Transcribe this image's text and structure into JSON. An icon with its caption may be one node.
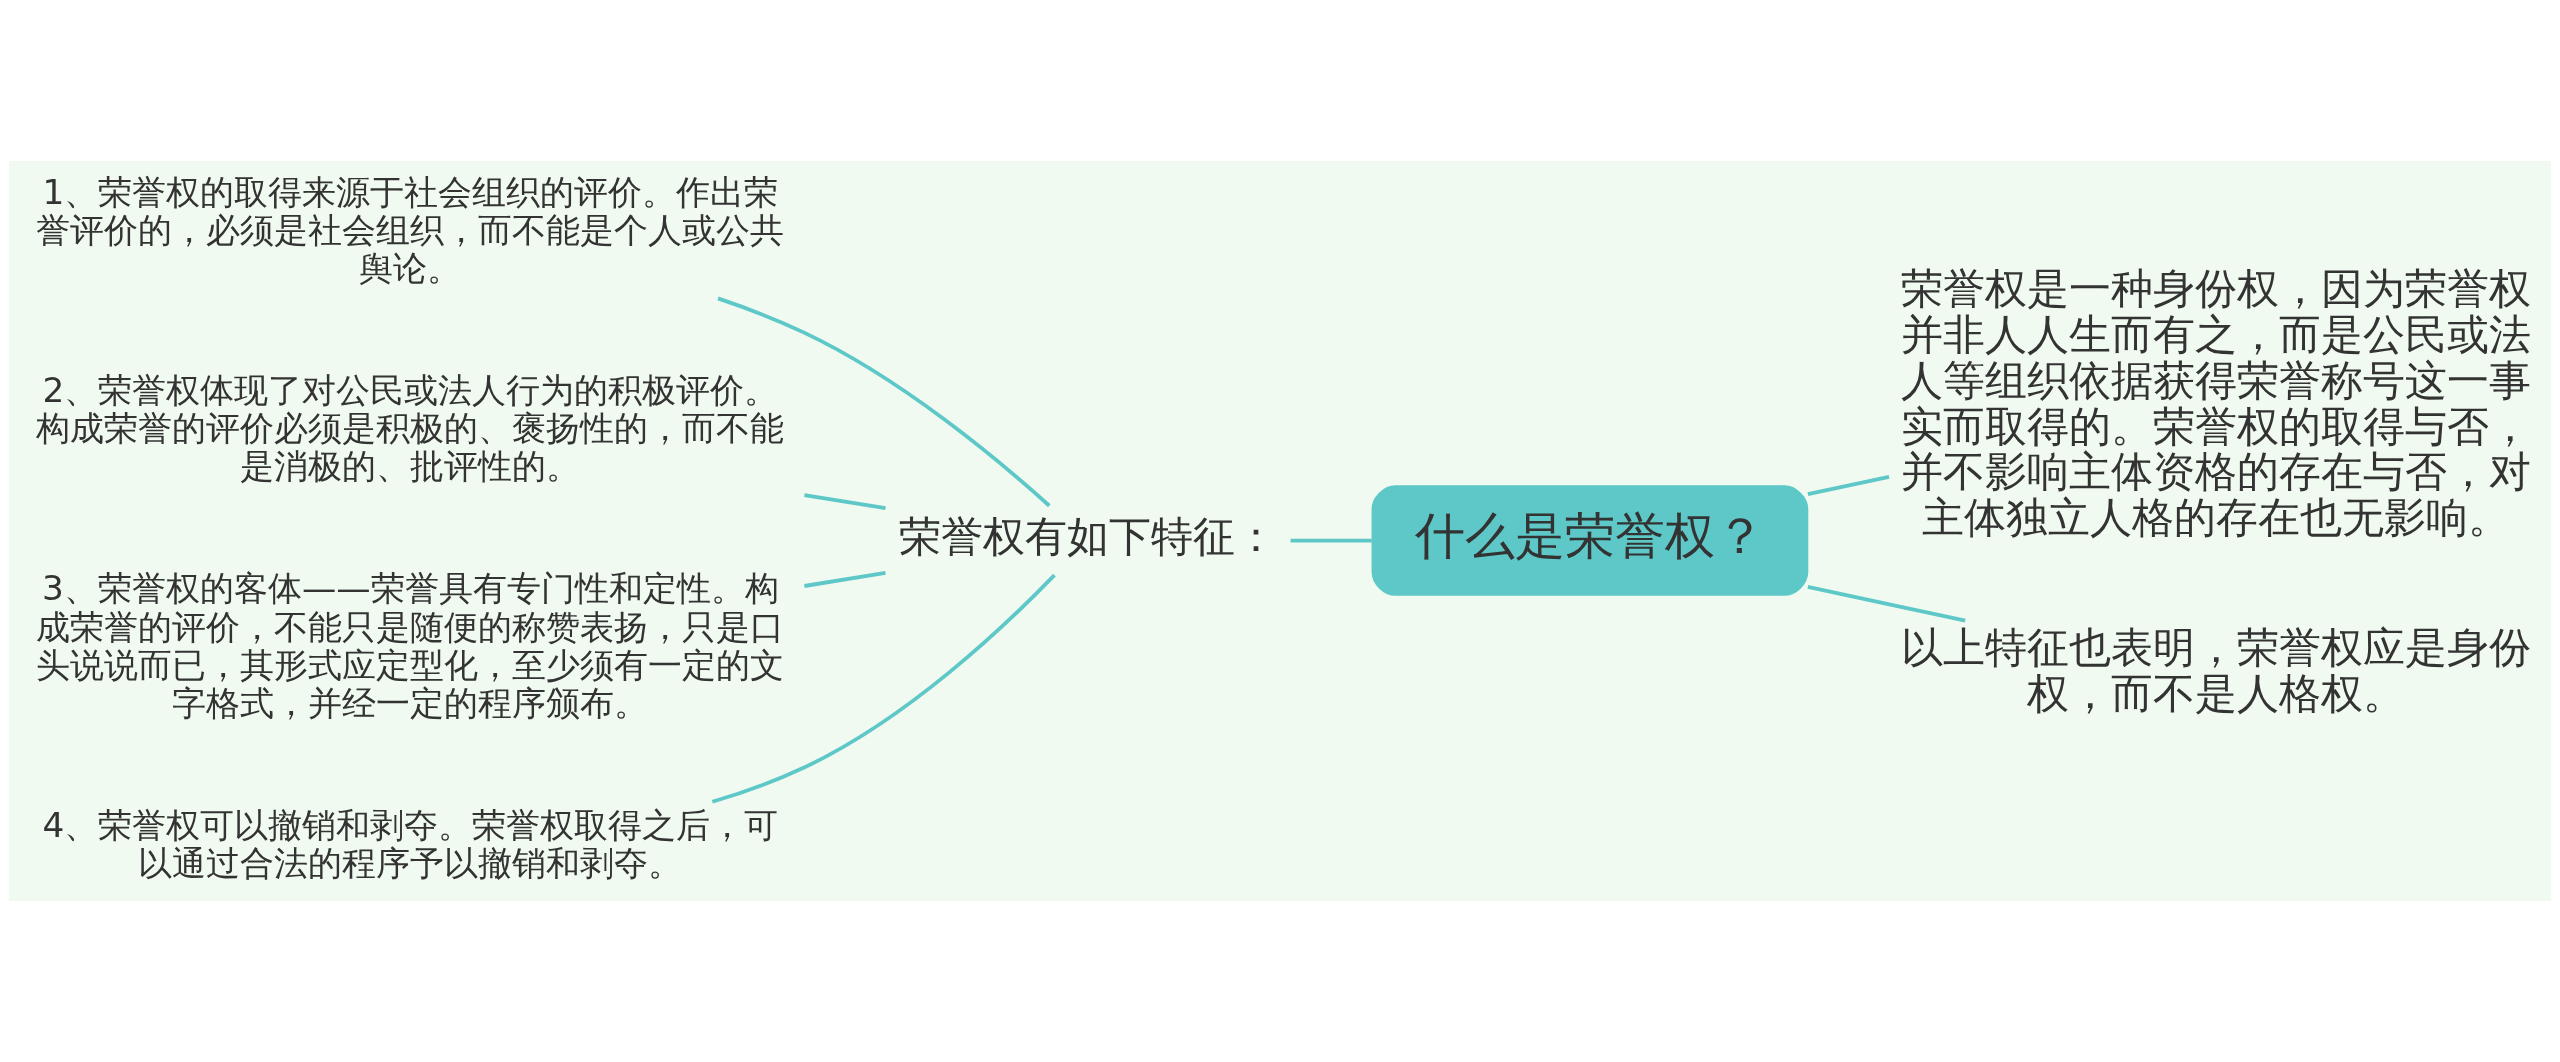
{
  "diagram": {
    "nodes": [
      {
        "text": [
          "什么是荣誉权？"
        ]
      },
      {
        "text": [
          "荣誉权有如下特征："
        ]
      },
      {
        "text": [
          "1、荣誉权的取得来源于社会组织的评价。作出荣誉评价的，必须是社会组织，而不能是个人或公共舆论。"
        ]
      },
      {
        "text": [
          "2、荣誉权体现了对公民或法人行为的积极评价。构成荣誉的评价必须是积极的、褒扬性的，而不能是消极的、批评性的。"
        ]
      },
      {
        "text": [
          "3、荣誉权的客体——荣誉具有专门性和定性。构成荣誉的评价，不能只是随便的称赞表扬，只是口头说说而已，其形式应定型化，至少须有一定的文字格式，并经一定的程序颁布。"
        ]
      },
      {
        "text": [
          "4、荣誉权可以撤销和剥夺。荣誉权取得之后，可以通过合法的程序予以撤销和剥夺。"
        ]
      },
      {
        "text": [
          "荣誉权是一种身份权，因为荣誉权并非人人生而有之，而是公民或法人等组织依据获得荣誉称号这一事实而取得的。荣誉权的取得与否，并不影响主体资格的存在与否，对主体独立人格的存在也无影响。"
        ]
      },
      {
        "text": [
          "以上特征也表明，荣誉权应是身份权，而不是人格权。"
        ]
      }
    ],
    "edges": [
      {
        "from": 0,
        "to": 1,
        "arrow": "none"
      },
      {
        "from": 1,
        "to": 2,
        "arrow": "none"
      },
      {
        "from": 1,
        "to": 3,
        "arrow": "none"
      },
      {
        "from": 1,
        "to": 4,
        "arrow": "none"
      },
      {
        "from": 1,
        "to": 5,
        "arrow": "none"
      },
      {
        "from": 0,
        "to": 6,
        "arrow": "none"
      },
      {
        "from": 0,
        "to": 7,
        "arrow": "none"
      }
    ]
  }
}
